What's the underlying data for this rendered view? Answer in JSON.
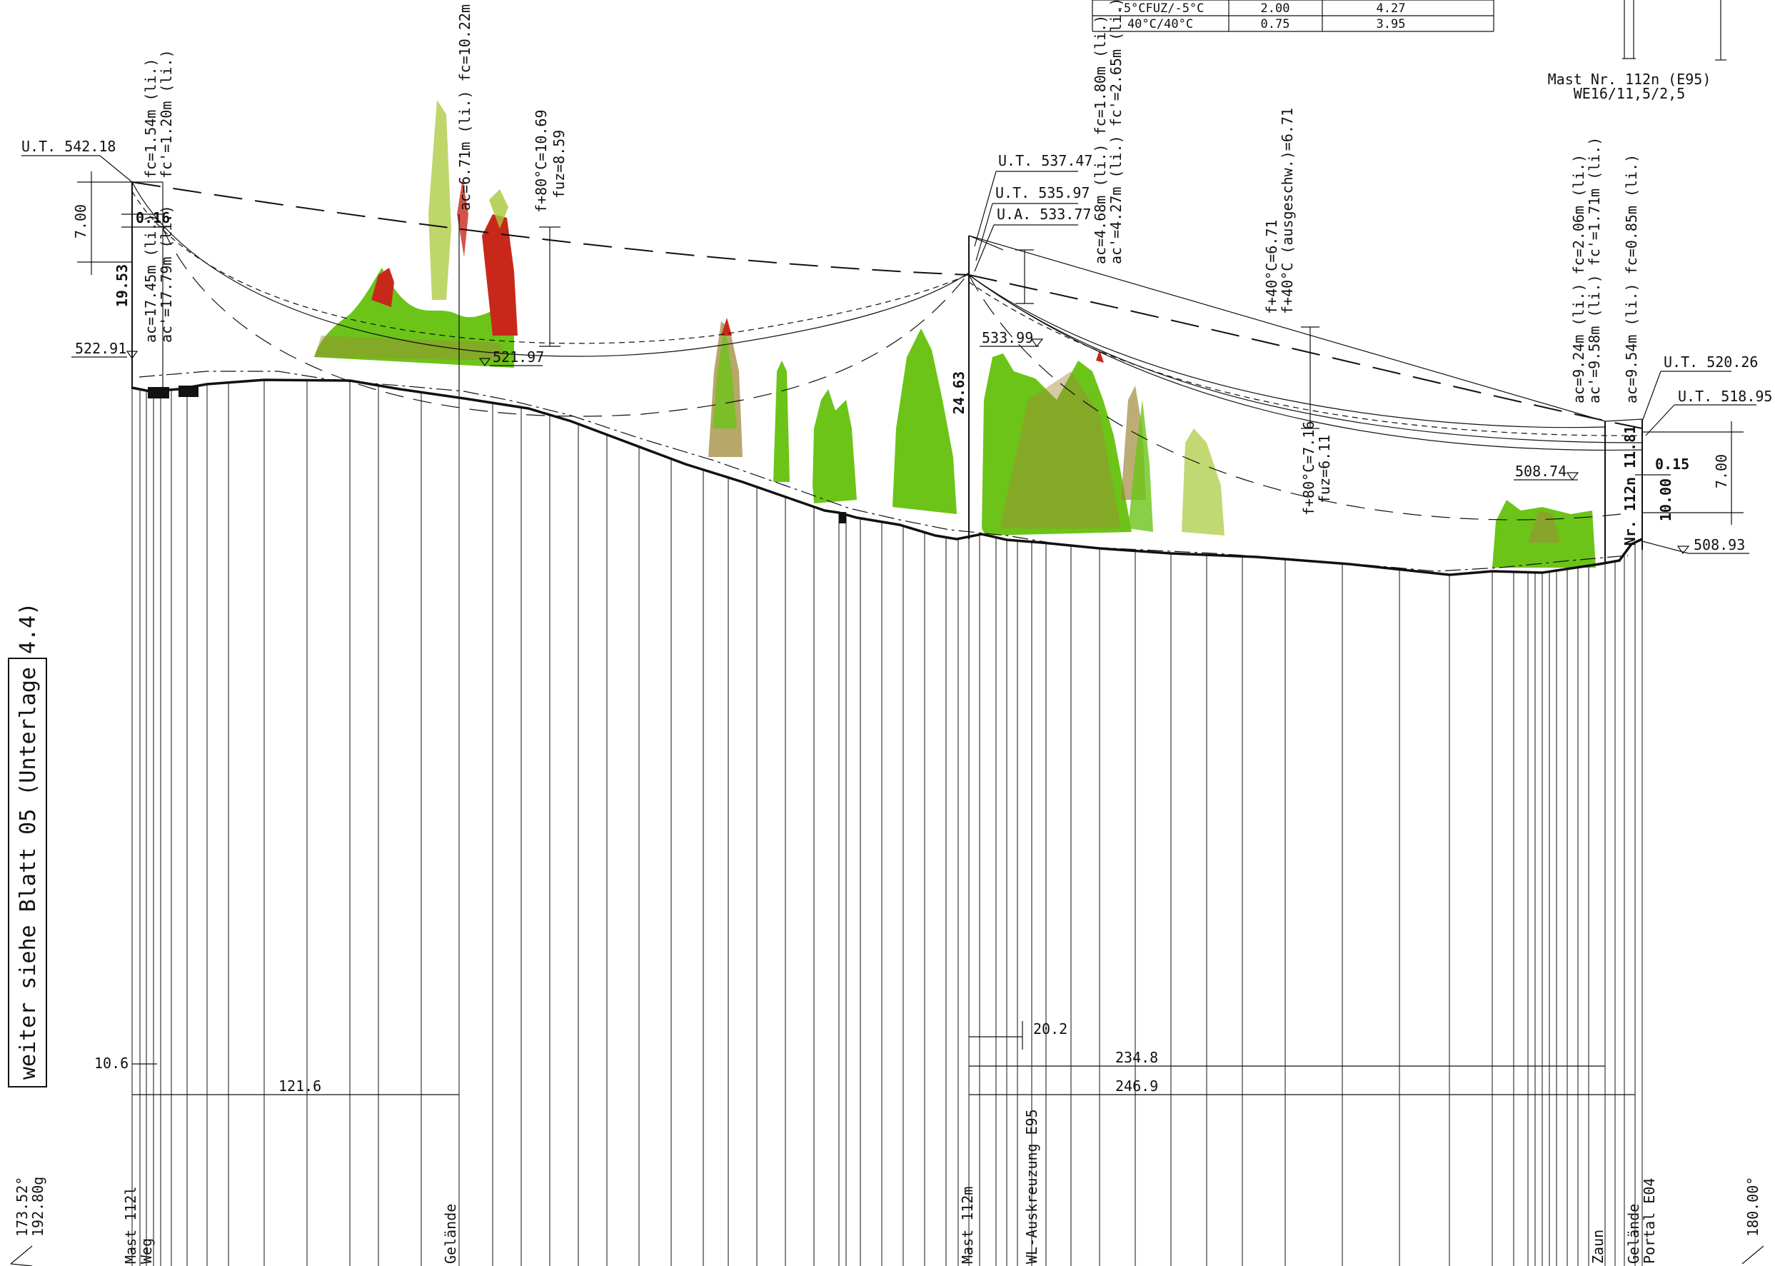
{
  "legend_table": {
    "rows": [
      {
        "case": "-5°CFUZ/-5°C",
        "v1": "2.00",
        "v2": "4.27"
      },
      {
        "case": "40°C/40°C",
        "v1": "0.75",
        "v2": "3.95"
      }
    ]
  },
  "masts": {
    "mast_112n": {
      "caption_line1": "Mast Nr. 112n (E95)",
      "caption_line2": "WE16/11,5/2,5"
    }
  },
  "left_tower": {
    "ut_label": "U.T. 542.18",
    "height_7": "7.00",
    "offset": "0.16",
    "height": "19.53",
    "ground_label": "522.91",
    "ac": "ac=17.45m (li.)",
    "ac_prime": "ac'=17.79m (li.)",
    "fc": "fc=1.54m (li.)",
    "fc_prime": "fc'=1.20m (li.)"
  },
  "span1": {
    "ac_fc": "ac=6.71m (li.)  fc=10.22m (li.)",
    "ground_label": "521.97",
    "sag1": "f+80°C=10.69",
    "sag2": "fuz=8.59"
  },
  "mid_tower": {
    "ut1": "U.T. 537.47",
    "ut2": "U.T. 535.97",
    "ua": "U.A. 533.77",
    "ground_label": "533.99",
    "height": "24.63",
    "ac1": "ac=4.68m (li.)  fc=1.80m (li.)",
    "ac2": "ac'=4.27m (li.)  fc'=2.65m (li.)"
  },
  "span2": {
    "sag_top1": "f+40°C=6.71",
    "sag_top2": "f+40°C (ausgeschw.)=6.71",
    "sag_bot1": "f+80°C=7.16",
    "sag_bot2": "fuz=6.11"
  },
  "right_tower": {
    "ut1": "U.T. 520.26",
    "ut2": "U.T. 518.95",
    "ground_label1": "508.74",
    "ground_label2": "508.93",
    "offset": "0.15",
    "height_7": "7.00",
    "height": "10.00",
    "mast_label": "Nr. 112n 11.81",
    "ac1": "ac=9.24m (li.)  fc=2.06m (li.)",
    "ac2": "ac'=9.58m (li.)  fc'=1.71m (li.)",
    "ac3": "ac=9.54m (li.)  fc=0.85m (li.)"
  },
  "distances": {
    "d1": "10.6",
    "d2": "121.6",
    "d3": "20.2",
    "d4": "234.8",
    "d5": "246.9"
  },
  "bottom_labels": {
    "mast_112l": "Mast 112l",
    "weg": "Weg",
    "gelaende1": "Gelände",
    "mast_112m": "Mast 112m",
    "kreuzung": "WL-Auskreuzung E95",
    "zaun": "Zaun",
    "gelaende2": "Gelände",
    "portal": "Portal E04"
  },
  "side_note": "weiter siehe Blatt 05 (Unterlage 4.4)",
  "angles": {
    "left_1": "173.52°",
    "left_2": "192.80g",
    "right_1": "180.00°"
  },
  "colors": {
    "vegetation_green": "#6cc418",
    "vegetation_red": "#c8281a",
    "vegetation_olive": "#a08a3a",
    "line": "#111111"
  }
}
